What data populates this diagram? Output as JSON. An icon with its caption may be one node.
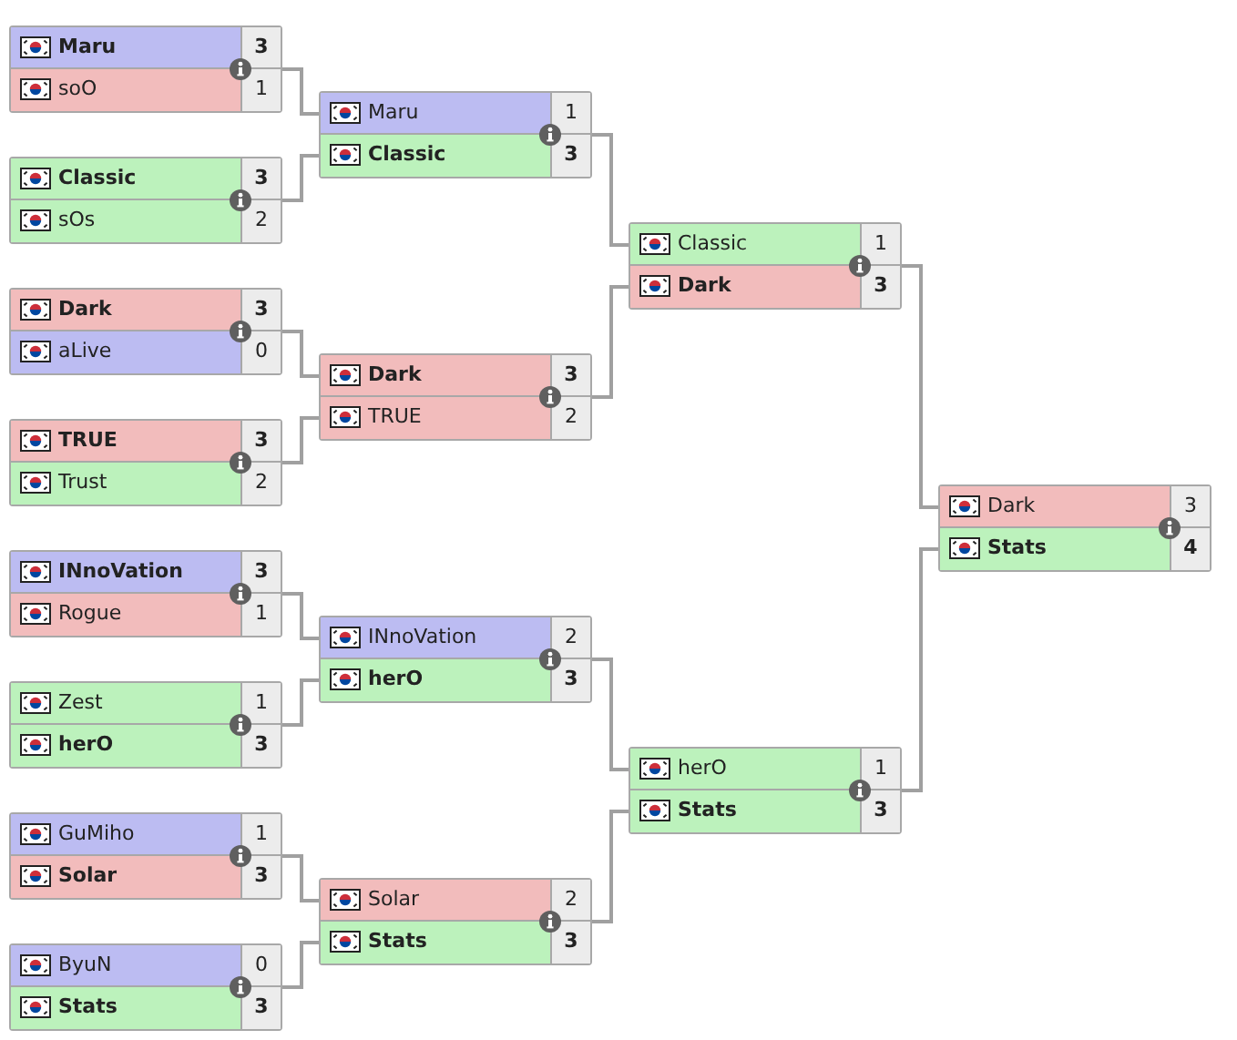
{
  "diagram": {
    "nodes": [
      {
        "text": [],
        "shape": "box"
      },
      {
        "text": [
          "Maru",
          "3"
        ],
        "in": 0
      },
      {
        "text": [
          "soO",
          "1"
        ],
        "in": 0
      },
      {
        "text": [],
        "shape": "box"
      },
      {
        "text": [
          "Classic",
          "3"
        ],
        "in": 3
      },
      {
        "text": [
          "sOs",
          "2"
        ],
        "in": 3
      },
      {
        "text": [],
        "shape": "box"
      },
      {
        "text": [
          "Dark",
          "3"
        ],
        "in": 6
      },
      {
        "text": [
          "aLive",
          "0"
        ],
        "in": 6
      },
      {
        "text": [],
        "shape": "box"
      },
      {
        "text": [
          "TRUE",
          "3"
        ],
        "in": 9
      },
      {
        "text": [
          "Trust",
          "2"
        ],
        "in": 9
      },
      {
        "text": [],
        "shape": "box"
      },
      {
        "text": [
          "INnoVation",
          "3"
        ],
        "in": 12
      },
      {
        "text": [
          "Rogue",
          "1"
        ],
        "in": 12
      },
      {
        "text": [],
        "shape": "box"
      },
      {
        "text": [
          "Zest",
          "1"
        ],
        "in": 15
      },
      {
        "text": [
          "herO",
          "3"
        ],
        "in": 15
      },
      {
        "text": [],
        "shape": "box"
      },
      {
        "text": [
          "GuMiho",
          "1"
        ],
        "in": 18
      },
      {
        "text": [
          "Solar",
          "3"
        ],
        "in": 18
      },
      {
        "text": [],
        "shape": "box"
      },
      {
        "text": [
          "ByuN",
          "0"
        ],
        "in": 21
      },
      {
        "text": [
          "Stats",
          "3"
        ],
        "in": 21
      },
      {
        "text": [],
        "shape": "box"
      },
      {
        "text": [
          "Maru",
          "1"
        ],
        "in": 24
      },
      {
        "text": [
          "Classic",
          "3"
        ],
        "in": 24
      },
      {
        "text": [],
        "shape": "box"
      },
      {
        "text": [
          "Dark",
          "3"
        ],
        "in": 27
      },
      {
        "text": [
          "TRUE",
          "2"
        ],
        "in": 27
      },
      {
        "text": [],
        "shape": "box"
      },
      {
        "text": [
          "INnoVation",
          "2"
        ],
        "in": 30
      },
      {
        "text": [
          "herO",
          "3"
        ],
        "in": 30
      },
      {
        "text": [],
        "shape": "box"
      },
      {
        "text": [
          "Solar",
          "2"
        ],
        "in": 33
      },
      {
        "text": [
          "Stats",
          "3"
        ],
        "in": 33
      },
      {
        "text": [],
        "shape": "box"
      },
      {
        "text": [
          "Classic",
          "1"
        ],
        "in": 36
      },
      {
        "text": [
          "Dark",
          "3"
        ],
        "in": 36
      },
      {
        "text": [],
        "shape": "box"
      },
      {
        "text": [
          "herO",
          "1"
        ],
        "in": 39
      },
      {
        "text": [
          "Stats",
          "3"
        ],
        "in": 39
      },
      {
        "text": [],
        "shape": "box"
      },
      {
        "text": [
          "Dark",
          "3"
        ],
        "in": 42
      },
      {
        "text": [
          "Stats",
          "4"
        ],
        "in": 42
      }
    ],
    "edges": [
      {
        "from": 0,
        "to": 25,
        "arrow": "none"
      },
      {
        "from": 3,
        "to": 26,
        "arrow": "none"
      },
      {
        "from": 6,
        "to": 28,
        "arrow": "none"
      },
      {
        "from": 9,
        "to": 29,
        "arrow": "none"
      },
      {
        "from": 12,
        "to": 31,
        "arrow": "none"
      },
      {
        "from": 15,
        "to": 32,
        "arrow": "none"
      },
      {
        "from": 18,
        "to": 34,
        "arrow": "none"
      },
      {
        "from": 21,
        "to": 35,
        "arrow": "none"
      },
      {
        "from": 24,
        "to": 37,
        "arrow": "none"
      },
      {
        "from": 27,
        "to": 38,
        "arrow": "none"
      },
      {
        "from": 30,
        "to": 40,
        "arrow": "none"
      },
      {
        "from": 33,
        "to": 41,
        "arrow": "none"
      },
      {
        "from": 36,
        "to": 43,
        "arrow": "none"
      },
      {
        "from": 39,
        "to": 44,
        "arrow": "none"
      }
    ]
  }
}
